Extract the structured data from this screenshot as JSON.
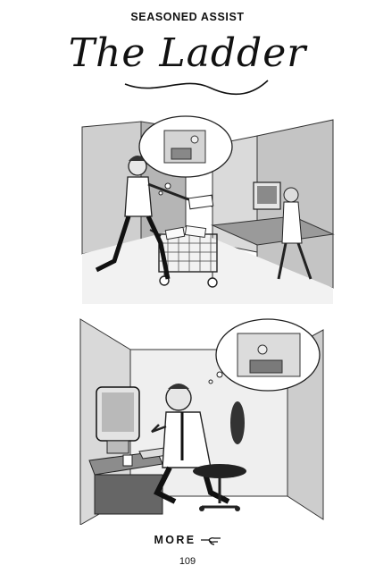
{
  "header": {
    "kicker": "SEASONED ASSIST",
    "title": "The Ladder"
  },
  "panels": [
    {
      "name": "cartoon-top",
      "icon": "mail-cart-office-cartoon"
    },
    {
      "name": "cartoon-bottom",
      "icon": "cubicle-daydream-cartoon"
    }
  ],
  "footer": {
    "more_label": "MORE",
    "more_icon": "pointing-hand-icon",
    "page_number": "109"
  }
}
